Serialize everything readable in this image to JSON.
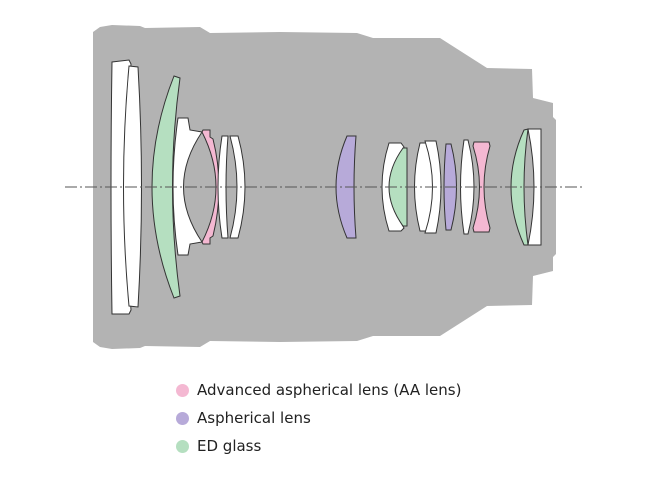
{
  "colors": {
    "barrel": "#b3b3b3",
    "plain_glass": "#ffffff",
    "aa_lens": "#f4b8d2",
    "aspherical": "#b7aad9",
    "ed_glass": "#b5dfc0",
    "axis": "#555555"
  },
  "legend": [
    {
      "label": "Advanced aspherical lens (AA lens)",
      "color": "#f4b8d2"
    },
    {
      "label": "Aspherical lens",
      "color": "#b7aad9"
    },
    {
      "label": "ED glass",
      "color": "#b5dfc0"
    }
  ]
}
